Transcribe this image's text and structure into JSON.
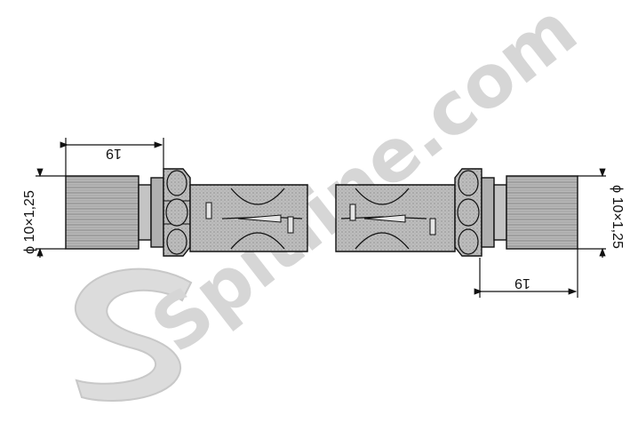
{
  "watermark": {
    "text": "Spitline.com",
    "color": "#d6d6d6"
  },
  "left_fitting": {
    "length_dimension": "19",
    "thread_dimension": "ϕ 10×1,25"
  },
  "right_fitting": {
    "length_dimension": "19",
    "thread_dimension": "ϕ 10×1,25"
  },
  "colors": {
    "line": "#111111",
    "body": "#b9b9b9",
    "dark": "#8a8a8a"
  }
}
